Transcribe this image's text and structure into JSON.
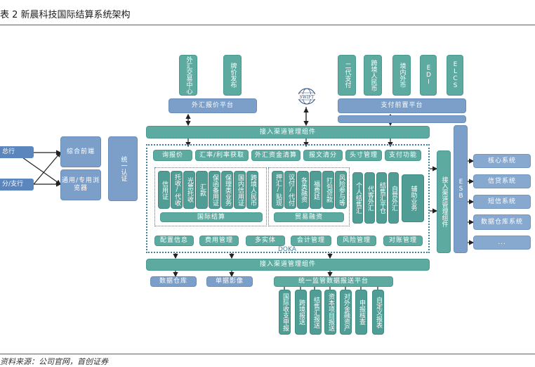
{
  "title": "表 2 新晨科技国际结算系统架构",
  "source": "资料来源：公司官网，首创证券",
  "colors": {
    "teal": "#5daaa1",
    "blue": "#7b9fc9",
    "frame": "#3f7fa0",
    "rule": "#c0392b"
  },
  "top_sources": {
    "fx_trading_center": "外汇交易中心",
    "price_publish": "牌价发布",
    "cips": "二代支付",
    "cross_border_rmb": "跨境人民币",
    "domestic_fx": "境内外币",
    "edi": "EDI",
    "elcs": "ELCS"
  },
  "fx_quote_platform": "外汇报价平台",
  "payment_front_platform": "支付前置平台",
  "swift_icon": "swift-icon",
  "swift_text": "SWIFT",
  "access_bar_top": "接入渠道管理组件",
  "access_bar_bottom": "接入渠道管理组件",
  "access_bar_right": "接入渠道管理组件",
  "esb": "ESB",
  "left": {
    "head_office": "总行",
    "branch": "分/支行",
    "integrated_frontend": "综合前端",
    "browser": "通用/专用浏览器",
    "unified_auth": "统一认证"
  },
  "functions_row": [
    "询报价",
    "汇率/利率获取",
    "外汇资金清算",
    "报文清分",
    "头寸管理",
    "支付功能"
  ],
  "intl_settlement": {
    "items": [
      "信用证",
      "托收/代收",
      "光票托收",
      "汇款",
      "保函备用证",
      "保理类业务",
      "国内信用证",
      "跨境人民币"
    ],
    "label": "国际结算"
  },
  "trade_finance": {
    "items": [
      "押汇/贴现",
      "议付/代付",
      "各类融资",
      "福费廷",
      "打包贷款",
      "风险参与等"
    ],
    "label": "贸易融资"
  },
  "fx_items": [
    "个人结售汇",
    "代客外汇",
    "结售汇平仓",
    "自营外汇"
  ],
  "aux_business": "辅助业务",
  "bottom_row": [
    "配置信息",
    "费用管理",
    "多实体",
    "会计管理",
    "风险管理",
    "对账管理"
  ],
  "doka": "DOKA",
  "right_systems": [
    "核心系统",
    "信贷系统",
    "短信系统",
    "数据仓库系统",
    "..."
  ],
  "data_warehouse": "数据仓库",
  "doc_image": "单据影像",
  "regulatory_platform": "统一监管数据报送平台",
  "reports": [
    "国际收支申报",
    "跨境报送",
    "结售汇报送",
    "资本项目报送",
    "对外金融资产",
    "申报核查",
    "自定义报表"
  ]
}
